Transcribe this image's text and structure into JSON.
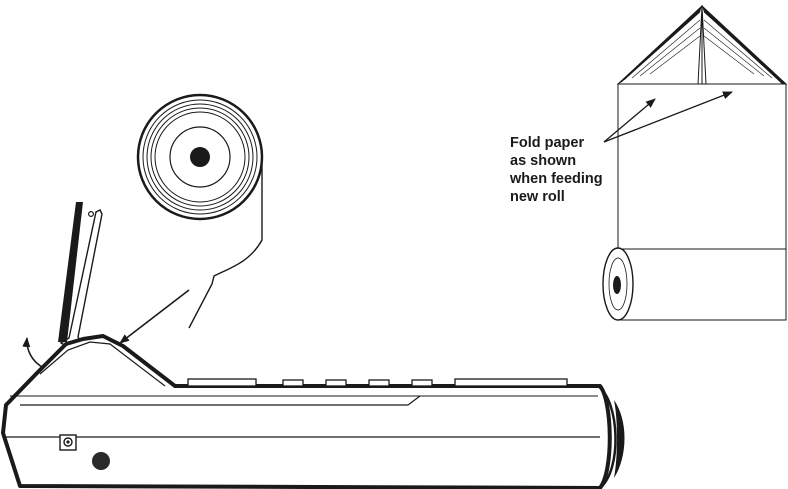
{
  "annotation": {
    "lines": [
      "Fold paper",
      "as shown",
      "when feeding",
      "new roll"
    ]
  },
  "colors": {
    "ink": "#1a1a1a",
    "paper": "#ffffff"
  }
}
